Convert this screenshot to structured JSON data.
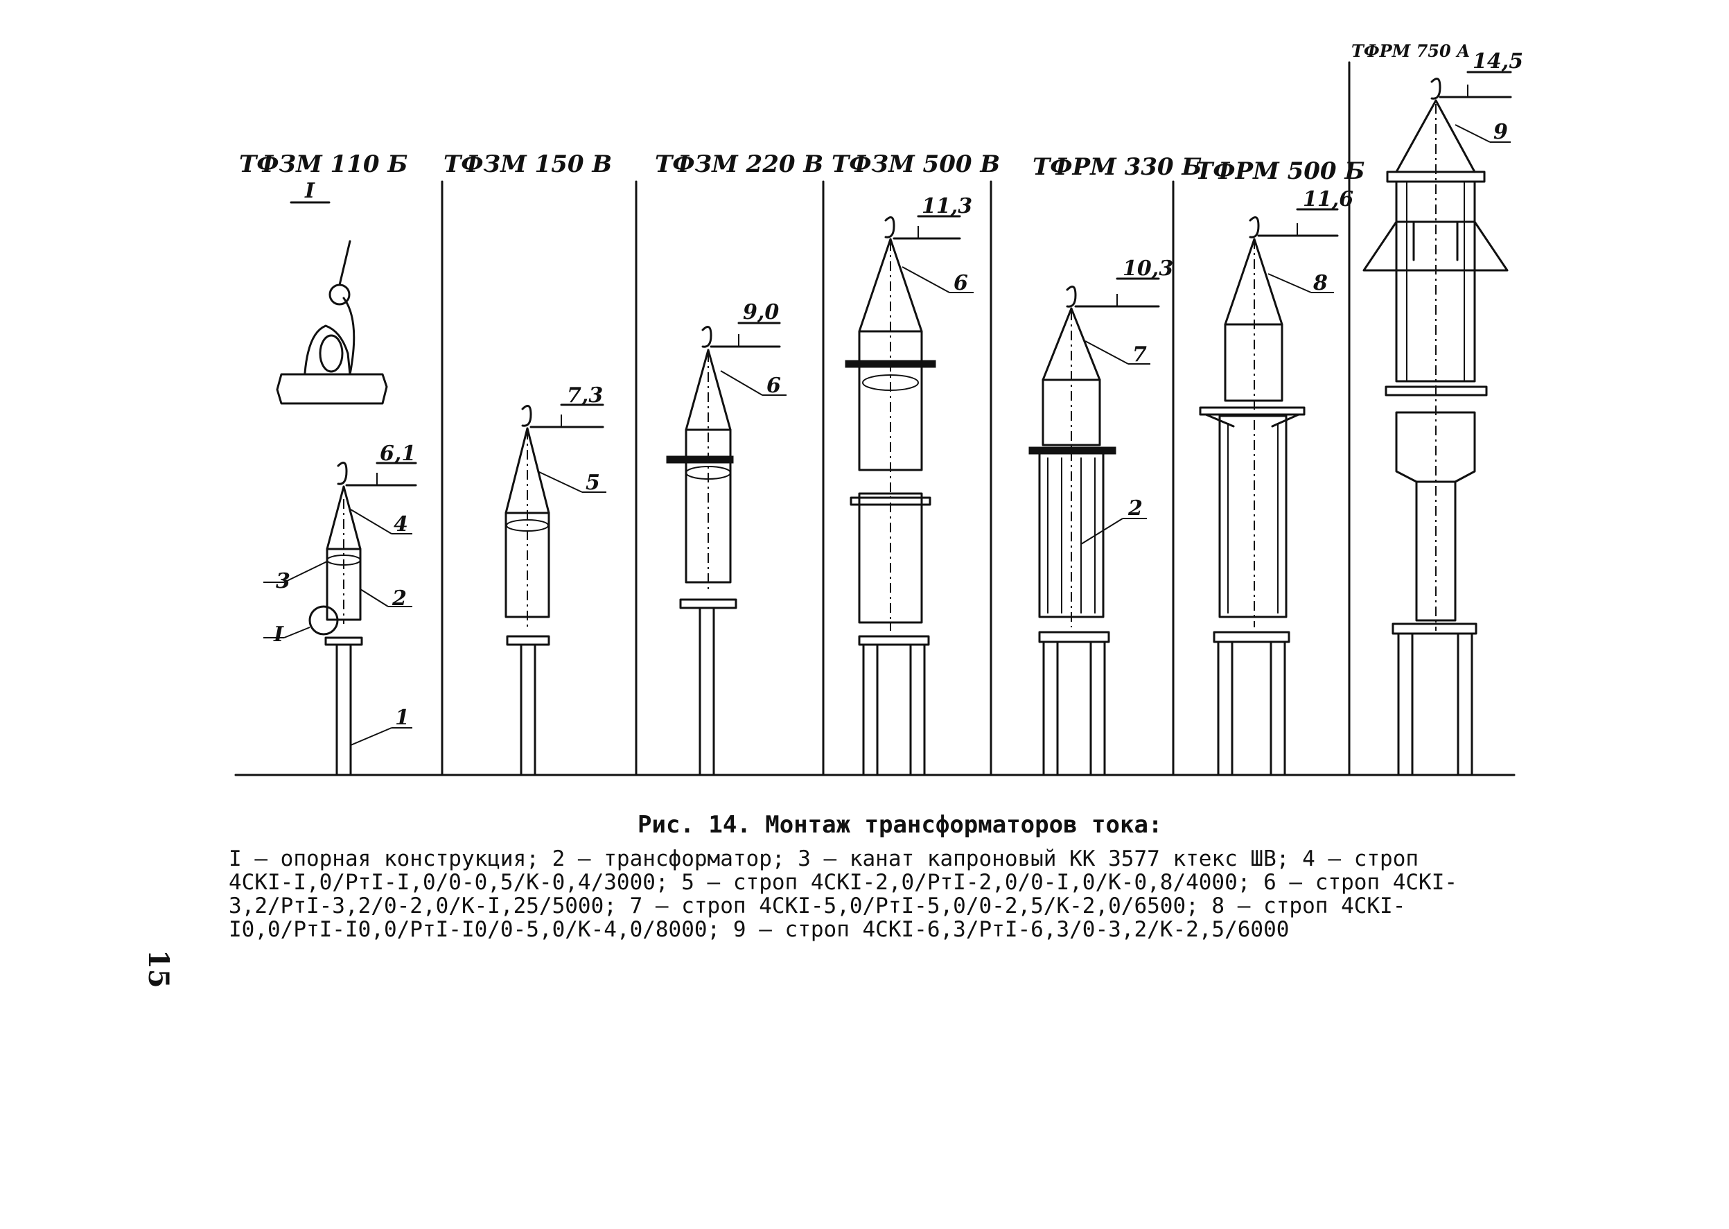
{
  "models": [
    {
      "name": "ТФЗМ 110 Б",
      "height": "6,1",
      "sling": "4",
      "detail_mark": "I"
    },
    {
      "name": "ТФЗМ 150 В",
      "height": "7,3",
      "sling": "5"
    },
    {
      "name": "ТФЗМ 220 В",
      "height": "9,0",
      "sling": "6"
    },
    {
      "name": "ТФЗМ 500 В",
      "height": "11,3",
      "sling": "6"
    },
    {
      "name": "ТФРМ 330 Б",
      "height": "10,3",
      "sling": "7"
    },
    {
      "name": "ТФРМ 500 Б",
      "height": "11,6",
      "sling": "8"
    },
    {
      "name": "ТФРМ 750 А",
      "height": "14,5",
      "sling": "9"
    }
  ],
  "callouts": {
    "support": "1",
    "transformer": "2",
    "rope": "3",
    "detail": "I"
  },
  "caption": {
    "title": "Рис. 14. Монтаж трансформаторов тока:",
    "legend": "I – опорная конструкция; 2 – трансформатор; 3 – канат капроновый КК 3577 ктекс ШВ; 4 – строп\n4СКI-I,0/PтI-I,0/0-0,5/К-0,4/3000; 5 – строп 4СКI-2,0/PтI-2,0/0-I,0/К-0,8/4000; 6 – строп 4СКI-\n3,2/PтI-3,2/0-2,0/К-I,25/5000; 7 – строп 4СКI-5,0/PтI-5,0/0-2,5/К-2,0/6500; 8 – строп 4СКI-\nI0,0/PтI-I0,0/PтI-I0/0-5,0/К-4,0/8000; 9 – строп 4СКI-6,3/PтI-6,3/0-3,2/К-2,5/6000"
  },
  "page_number": "15"
}
